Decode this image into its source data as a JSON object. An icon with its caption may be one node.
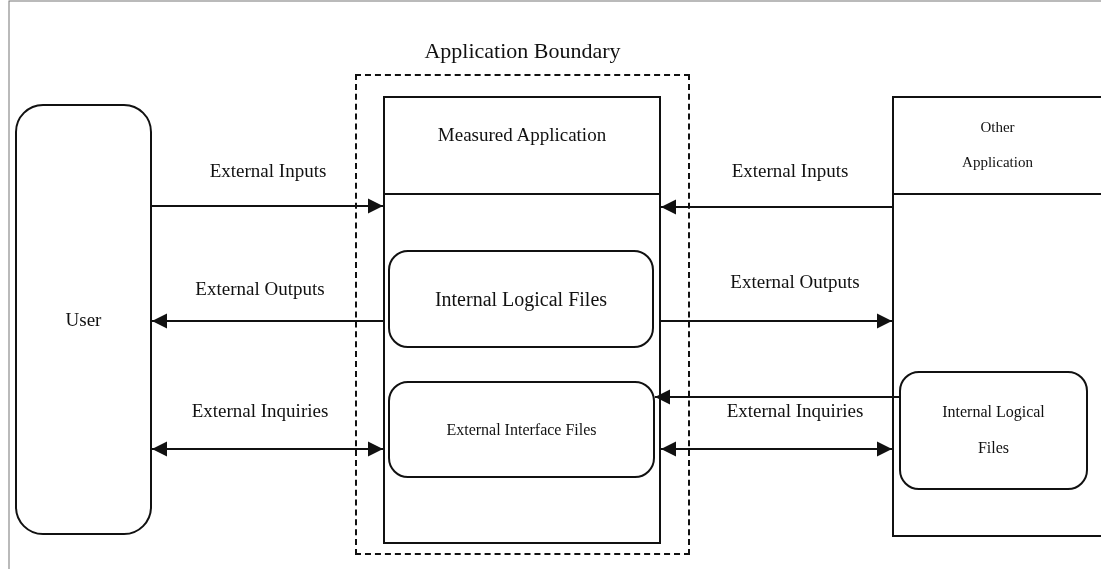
{
  "diagram": {
    "nodes": [
      {
        "text": [
          "Application Boundary"
        ]
      },
      {
        "text": [
          "User"
        ]
      },
      {
        "text": [
          "Measured Application"
        ],
        "in": 0
      },
      {
        "text": [
          "Internal Logical Files"
        ],
        "in": 2
      },
      {
        "text": [
          "External Interface Files"
        ],
        "in": 2
      },
      {
        "text": [
          "Other Application"
        ]
      },
      {
        "text": [
          "Internal Logical Files"
        ],
        "in": 5
      }
    ],
    "edges": [
      {
        "from": 1,
        "to": 2,
        "arrow": "to",
        "label": "External Inputs"
      },
      {
        "from": 2,
        "to": 1,
        "arrow": "to",
        "label": "External Outputs"
      },
      {
        "from": 1,
        "to": 2,
        "arrow": "both",
        "label": "External Inquiries"
      },
      {
        "from": 5,
        "to": 2,
        "arrow": "to",
        "label": "External Inputs"
      },
      {
        "from": 2,
        "to": 5,
        "arrow": "to",
        "label": "External Outputs"
      },
      {
        "from": 6,
        "to": 4,
        "arrow": "to"
      },
      {
        "from": 2,
        "to": 5,
        "arrow": "both",
        "label": "External Inquiries"
      }
    ]
  }
}
